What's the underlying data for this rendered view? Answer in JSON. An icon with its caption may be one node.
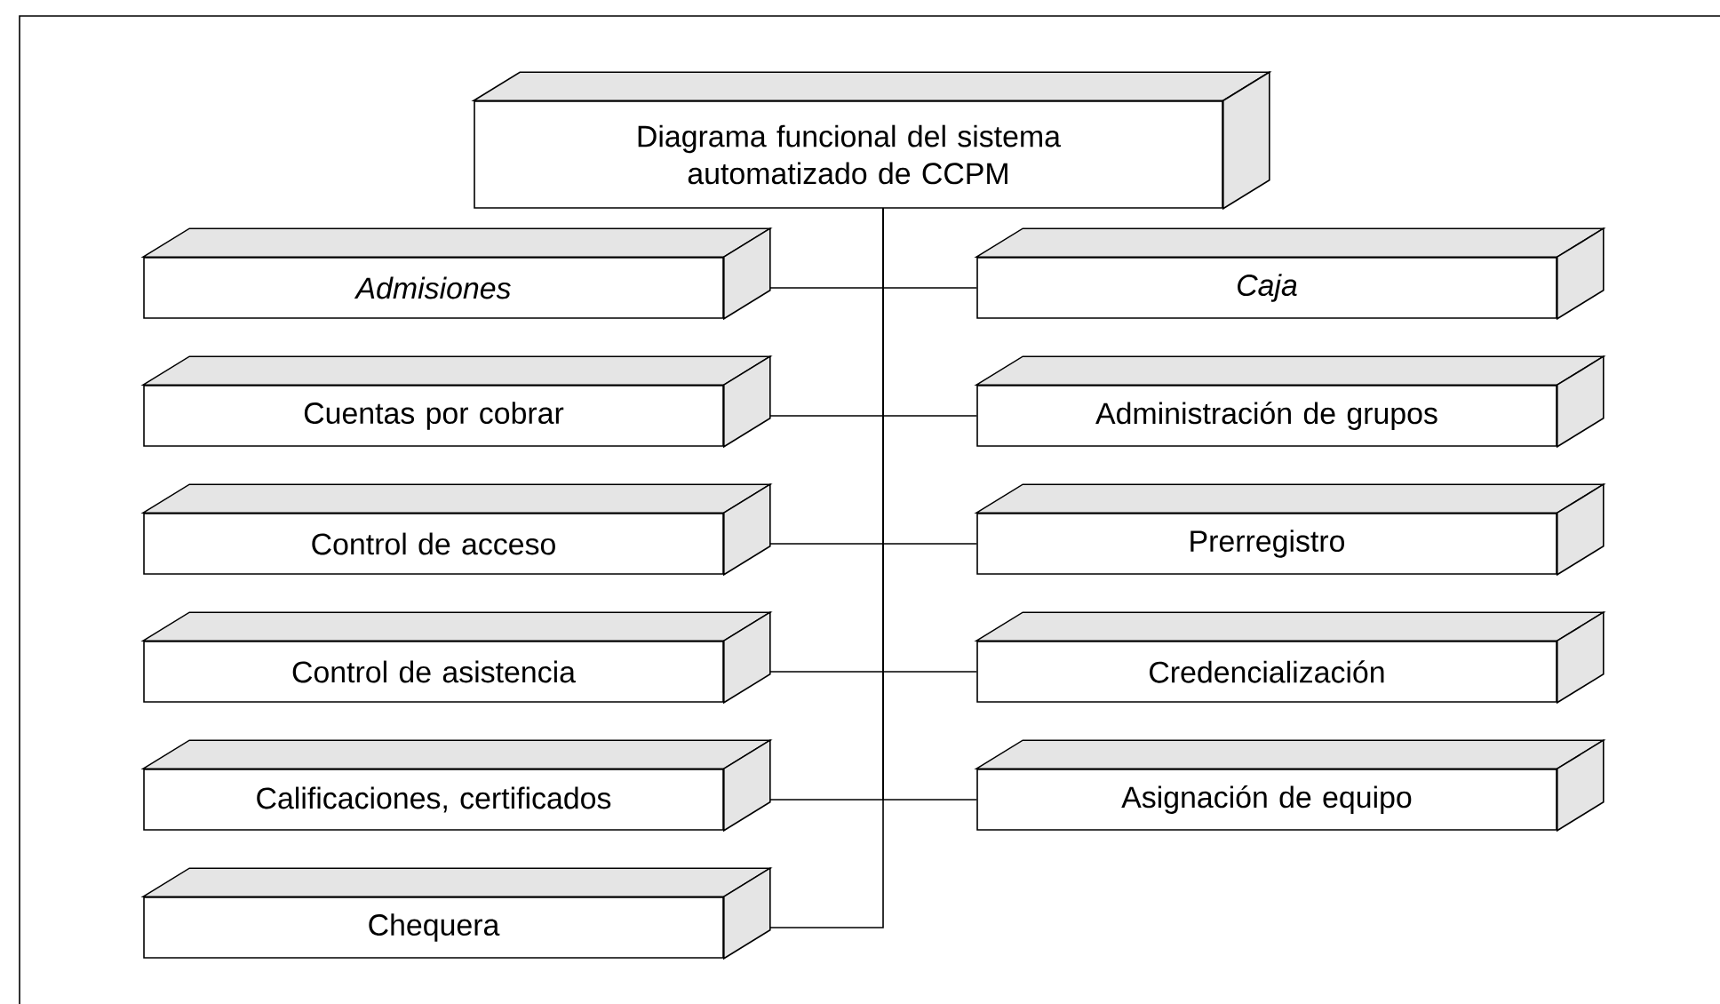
{
  "diagram": {
    "nodes": [
      {
        "text": [
          "Diagrama funcional del sistema automatizado de CCPM"
        ]
      },
      {
        "text": [
          "Admisiones"
        ]
      },
      {
        "text": [
          "Caja"
        ]
      },
      {
        "text": [
          "Cuentas por cobrar"
        ]
      },
      {
        "text": [
          "Administración de grupos"
        ]
      },
      {
        "text": [
          "Control de acceso"
        ]
      },
      {
        "text": [
          "Prerregistro"
        ]
      },
      {
        "text": [
          "Control de asistencia"
        ]
      },
      {
        "text": [
          "Credencialización"
        ]
      },
      {
        "text": [
          "Calificaciones, certificados"
        ]
      },
      {
        "text": [
          "Asignación de equipo"
        ]
      },
      {
        "text": [
          "Chequera"
        ]
      }
    ],
    "edges": [
      {
        "from": 0,
        "to": 1,
        "arrow": "none"
      },
      {
        "from": 0,
        "to": 2,
        "arrow": "none"
      },
      {
        "from": 0,
        "to": 3,
        "arrow": "none"
      },
      {
        "from": 0,
        "to": 4,
        "arrow": "none"
      },
      {
        "from": 0,
        "to": 5,
        "arrow": "none"
      },
      {
        "from": 0,
        "to": 6,
        "arrow": "none"
      },
      {
        "from": 0,
        "to": 7,
        "arrow": "none"
      },
      {
        "from": 0,
        "to": 8,
        "arrow": "none"
      },
      {
        "from": 0,
        "to": 9,
        "arrow": "none"
      },
      {
        "from": 0,
        "to": 10,
        "arrow": "none"
      },
      {
        "from": 0,
        "to": 11,
        "arrow": "none"
      }
    ]
  }
}
